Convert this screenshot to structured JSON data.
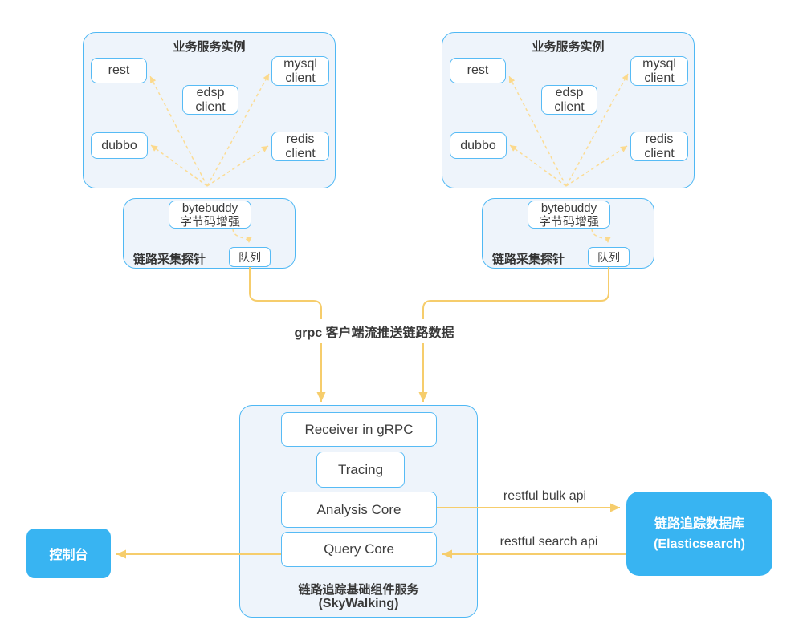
{
  "instances": [
    {
      "title": "业务服务实例",
      "nodes": {
        "rest": "rest",
        "edsp": "edsp\nclient",
        "mysql": "mysql\nclient",
        "dubbo": "dubbo",
        "redis": "redis\nclient"
      },
      "probe": {
        "label": "链路采集探针",
        "bytebuddy": "bytebuddy\n字节码增强",
        "queue": "队列"
      }
    },
    {
      "title": "业务服务实例",
      "nodes": {
        "rest": "rest",
        "edsp": "edsp\nclient",
        "mysql": "mysql\nclient",
        "dubbo": "dubbo",
        "redis": "redis\nclient"
      },
      "probe": {
        "label": "链路采集探针",
        "bytebuddy": "bytebuddy\n字节码增强",
        "queue": "队列"
      }
    }
  ],
  "flow": {
    "grpc_push_label": "grpc 客户端流推送链路数据",
    "bulk_api_label": "restful bulk api",
    "search_api_label": "restful search api"
  },
  "skywalking": {
    "modules": {
      "receiver": "Receiver in gRPC",
      "tracing": "Tracing",
      "analysis": "Analysis Core",
      "query": "Query Core"
    },
    "caption_line1": "链路追踪基础组件服务",
    "caption_line2": "(SkyWalking)"
  },
  "storage": {
    "line1": "链路追踪数据库",
    "line2": "(Elasticsearch)"
  },
  "console": {
    "label": "控制台"
  },
  "colors": {
    "accent_blue_border": "#4FB8F4",
    "panel_fill": "#EEF4FB",
    "solid_blue": "#38B4F2",
    "line_yellow": "#F6CD6C",
    "dashed_yellow": "#FBDC95",
    "text_dark": "#3D3D3D"
  }
}
